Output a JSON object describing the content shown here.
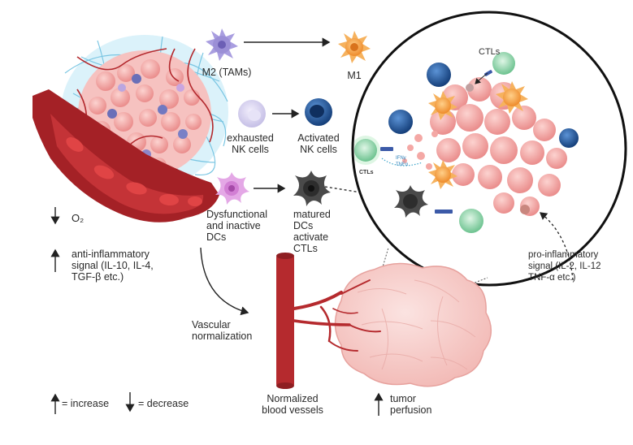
{
  "macrophages": {
    "from": "M2 (TAMs)",
    "to": "M1"
  },
  "nk_cells": {
    "from": "exhausted\nNK cells",
    "to": "Activated\nNK cells"
  },
  "dendritic_cells": {
    "from": "Dysfunctional\nand inactive\nDCs",
    "to": "matured\nDCs\nactivate\nCTLs"
  },
  "inset": {
    "ctls_top": "CTLs",
    "ctls_left": "CTLs",
    "cytokine_1": "IFNγ",
    "cytokine_2": "TNFα"
  },
  "left_panel": {
    "oxygen": "O₂",
    "anti_inflammatory": "anti-inflammatory\nsignal (IL-10, IL-4,\nTGF-β etc.)",
    "vascular_normalization": "Vascular\nnormalization"
  },
  "right_panel": {
    "pro_inflammatory": "pro-inflammatory\nsignal (IL-2, IL-12\nTNF-α etc.)"
  },
  "bottom": {
    "legend_increase": "= increase",
    "legend_decrease": "= decrease",
    "normalized_vessels": "Normalized\nblood vessels",
    "tumor_perfusion": "tumor\nperfusion"
  },
  "colors": {
    "vessel": "#b52a2e",
    "tumor_pink": "#f3a9a6",
    "m2_purple": "#9b8fd6",
    "m1_orange": "#f2a044",
    "nk_blue": "#1f5fa8",
    "dc_magenta": "#d88ad8",
    "dc_dark": "#3a3a3a",
    "ctl_green": "#7fcfa0",
    "capillary_blue": "#8fd0ea"
  }
}
